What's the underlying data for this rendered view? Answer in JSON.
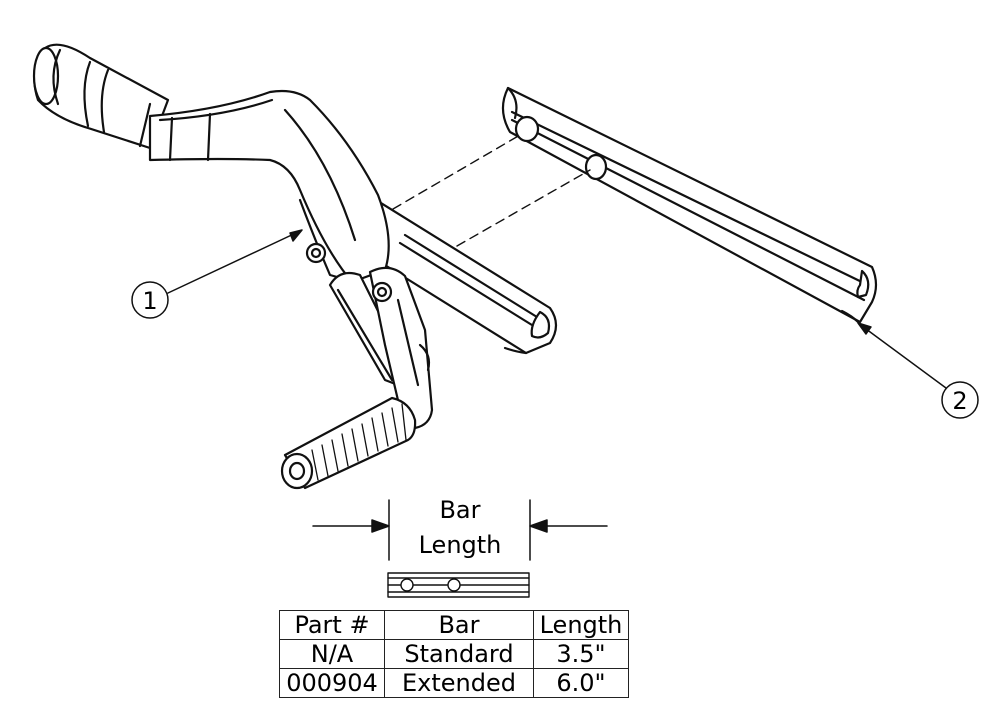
{
  "callouts": [
    {
      "number": "1"
    },
    {
      "number": "2"
    }
  ],
  "dimension": {
    "label_line1": "Bar",
    "label_line2": "Length"
  },
  "table": {
    "headers": [
      "Part #",
      "Bar",
      "Length"
    ],
    "rows": [
      [
        "N/A",
        "Standard",
        "3.5\""
      ],
      [
        "000904",
        "Extended",
        "6.0\""
      ]
    ]
  }
}
